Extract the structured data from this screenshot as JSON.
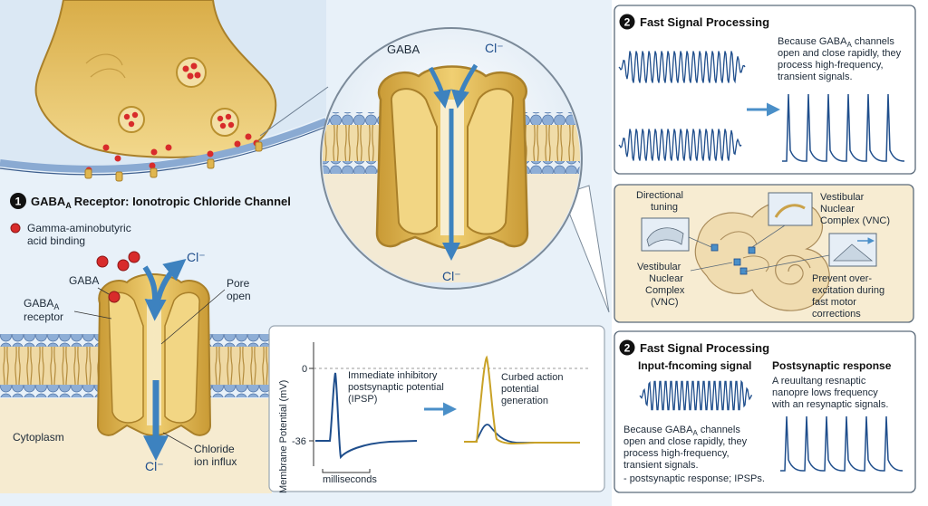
{
  "colors": {
    "membrane_head": "#7fa3cf",
    "membrane_tail": "#d8b878",
    "receptor": "#e4bf58",
    "receptor_dark": "#b9902e",
    "arrow": "#4a8fc8",
    "ion": "#d82b2b",
    "trace": "#1f4e8c",
    "trace_gold": "#c9a227",
    "background": "#e6f0f8",
    "cytoplasm": "#f6ebd0"
  },
  "section1": {
    "number": "1",
    "title_prefix": "GABA",
    "title_sub": "A",
    "title_rest": "Receptor: Ionotropic Chloride Channel"
  },
  "legend": {
    "text_line1": "Gamma-aminobutyric",
    "text_line2": "acid binding"
  },
  "zoom": {
    "gaba": "GABA",
    "cl_in": "Cl⁻",
    "cl_out": "Cl⁻"
  },
  "main_receptor": {
    "gaba_label": "GABA",
    "receptor_line1": "GABA",
    "receptor_sub": "A",
    "receptor_line2": "receptor",
    "cl_top": "Cl⁻",
    "pore_line1": "Pore",
    "pore_line2": "open",
    "cytoplasm": "Cytoplasm",
    "cl_bottom": "Cl⁻",
    "influx_line1": "Chloride",
    "influx_line2": "ion influx"
  },
  "chart": {
    "y_axis_label": "Membrane Potential (mV)",
    "tick_top": "0",
    "tick_bottom": "-36",
    "x_scale_label": "milliseconds",
    "ipsp_line1": "Immediate inhibitory",
    "ipsp_line2": "postsynaptic potential",
    "ipsp_line3": "(IPSP)",
    "curbed_line1": "Curbed action",
    "curbed_line2": "potential",
    "curbed_line3": "generation"
  },
  "panel_top": {
    "number": "2",
    "title": "Fast Signal Processing",
    "desc_line1_pre": "Because GABA",
    "desc_line1_sub": "A",
    "desc_line1_post": " channels",
    "desc_line2": "open and close rapidly, they",
    "desc_line3": "process high-frequency,",
    "desc_line4": "transient signals."
  },
  "panel_mid": {
    "directional_line1": "Directional",
    "directional_line2": "tuning",
    "vnc_top_line1": "Vestibular",
    "vnc_top_line2": "Nuclear",
    "vnc_top_line3": "Complex (VNC)",
    "vnc_left_line1": "Vestibular",
    "vnc_left_line2": "Nuclear",
    "vnc_left_line3": "Complex",
    "vnc_left_line4": "(VNC)",
    "prevent_line1": "Prevent over-",
    "prevent_line2": "excitation during",
    "prevent_line3": "fast motor",
    "prevent_line4": "corrections"
  },
  "panel_bottom": {
    "number": "2",
    "title": "Fast Signal Processing",
    "input_header": "Input-fncoming signal",
    "output_header": "Postsynaptic response",
    "output_line1": "A reuultang resnaptic",
    "output_line2": "nanopre lows frequency",
    "output_line3": "with an resynaptic signals.",
    "desc_line1_pre": "Because GABA",
    "desc_line1_sub": "A",
    "desc_line1_post": " channels",
    "desc_line2": "open and close rapidly, they",
    "desc_line3": "process high-frequency,",
    "desc_line4": "transient signals.",
    "desc_line5": "- postsynaptic response; IPSPs."
  }
}
